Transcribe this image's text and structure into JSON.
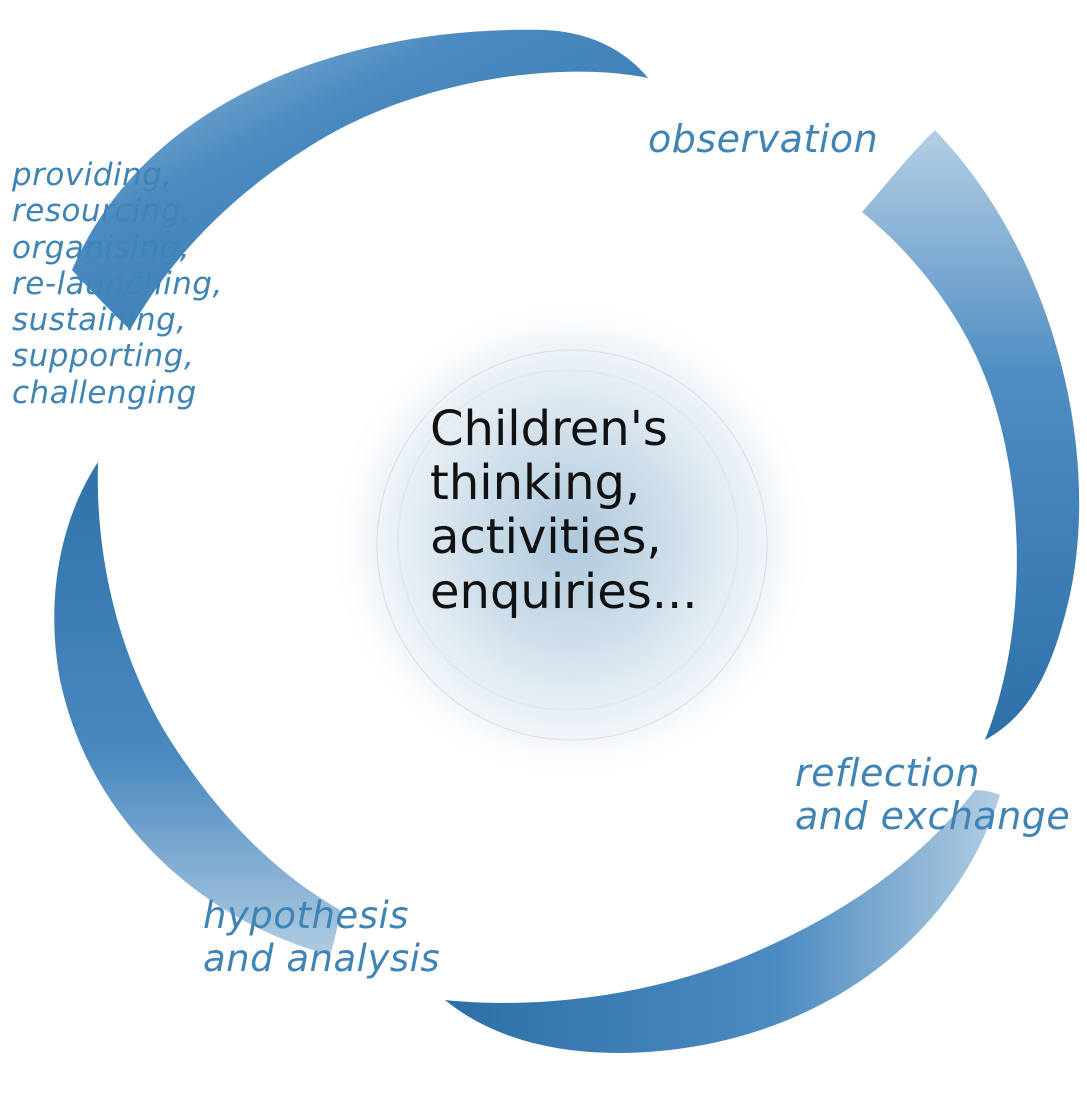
{
  "diagram": {
    "center": {
      "lines": [
        "Children's",
        "thinking,",
        "activities,",
        "enquiries..."
      ]
    },
    "stages": {
      "observation": {
        "lines": [
          "observation"
        ]
      },
      "reflection": {
        "lines": [
          "reflection",
          "and exchange"
        ]
      },
      "hypothesis": {
        "lines": [
          "hypothesis",
          "and analysis"
        ]
      },
      "providing": {
        "lines": [
          "providing,",
          "resourcing,",
          "organising,",
          "re-launching,",
          "sustaining,",
          "supporting,",
          "challenging"
        ]
      }
    },
    "colors": {
      "arc": "#3a7fb4",
      "arc_light": "#a9c8e0",
      "label": "#3f84b5",
      "center_glow": "#c4d7e6",
      "center_text": "#111111"
    }
  }
}
